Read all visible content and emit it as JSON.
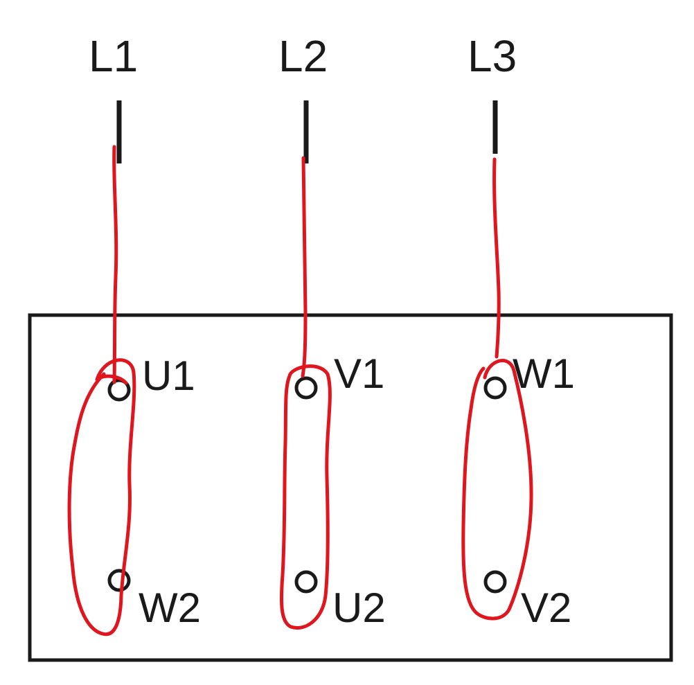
{
  "lines": [
    {
      "id": "L1",
      "label": "L1"
    },
    {
      "id": "L2",
      "label": "L2"
    },
    {
      "id": "L3",
      "label": "L3"
    }
  ],
  "terminals": {
    "top": [
      {
        "id": "U1",
        "label": "U1"
      },
      {
        "id": "V1",
        "label": "V1"
      },
      {
        "id": "W1",
        "label": "W1"
      }
    ],
    "bottom": [
      {
        "id": "W2",
        "label": "W2"
      },
      {
        "id": "U2",
        "label": "U2"
      },
      {
        "id": "V2",
        "label": "V2"
      }
    ]
  },
  "colors": {
    "ink": "#1a1a1a",
    "annotation": "#e0161f",
    "background": "#ffffff"
  }
}
